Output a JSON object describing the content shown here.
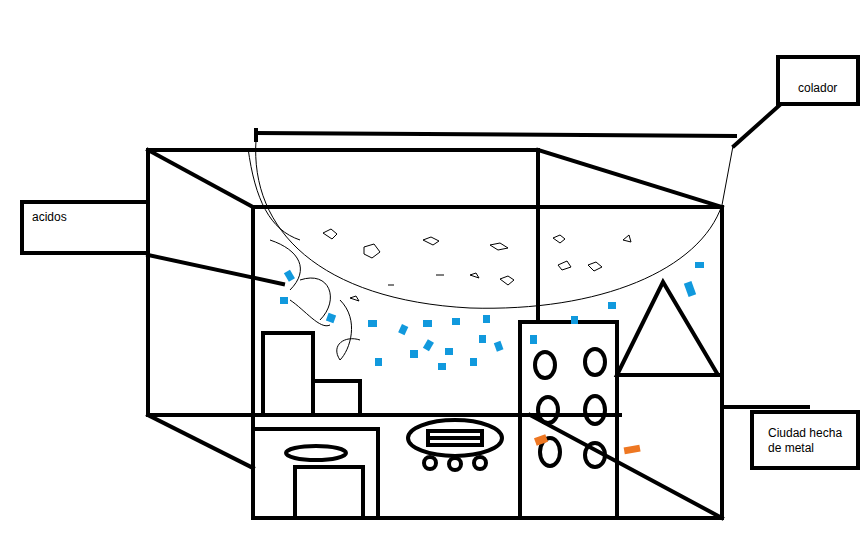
{
  "diagram": {
    "nodes": [
      {
        "text": [
          "colador"
        ]
      },
      {
        "text": [
          "acidos"
        ]
      },
      {
        "text": [
          "Ciudad hecha de metal"
        ]
      }
    ]
  }
}
